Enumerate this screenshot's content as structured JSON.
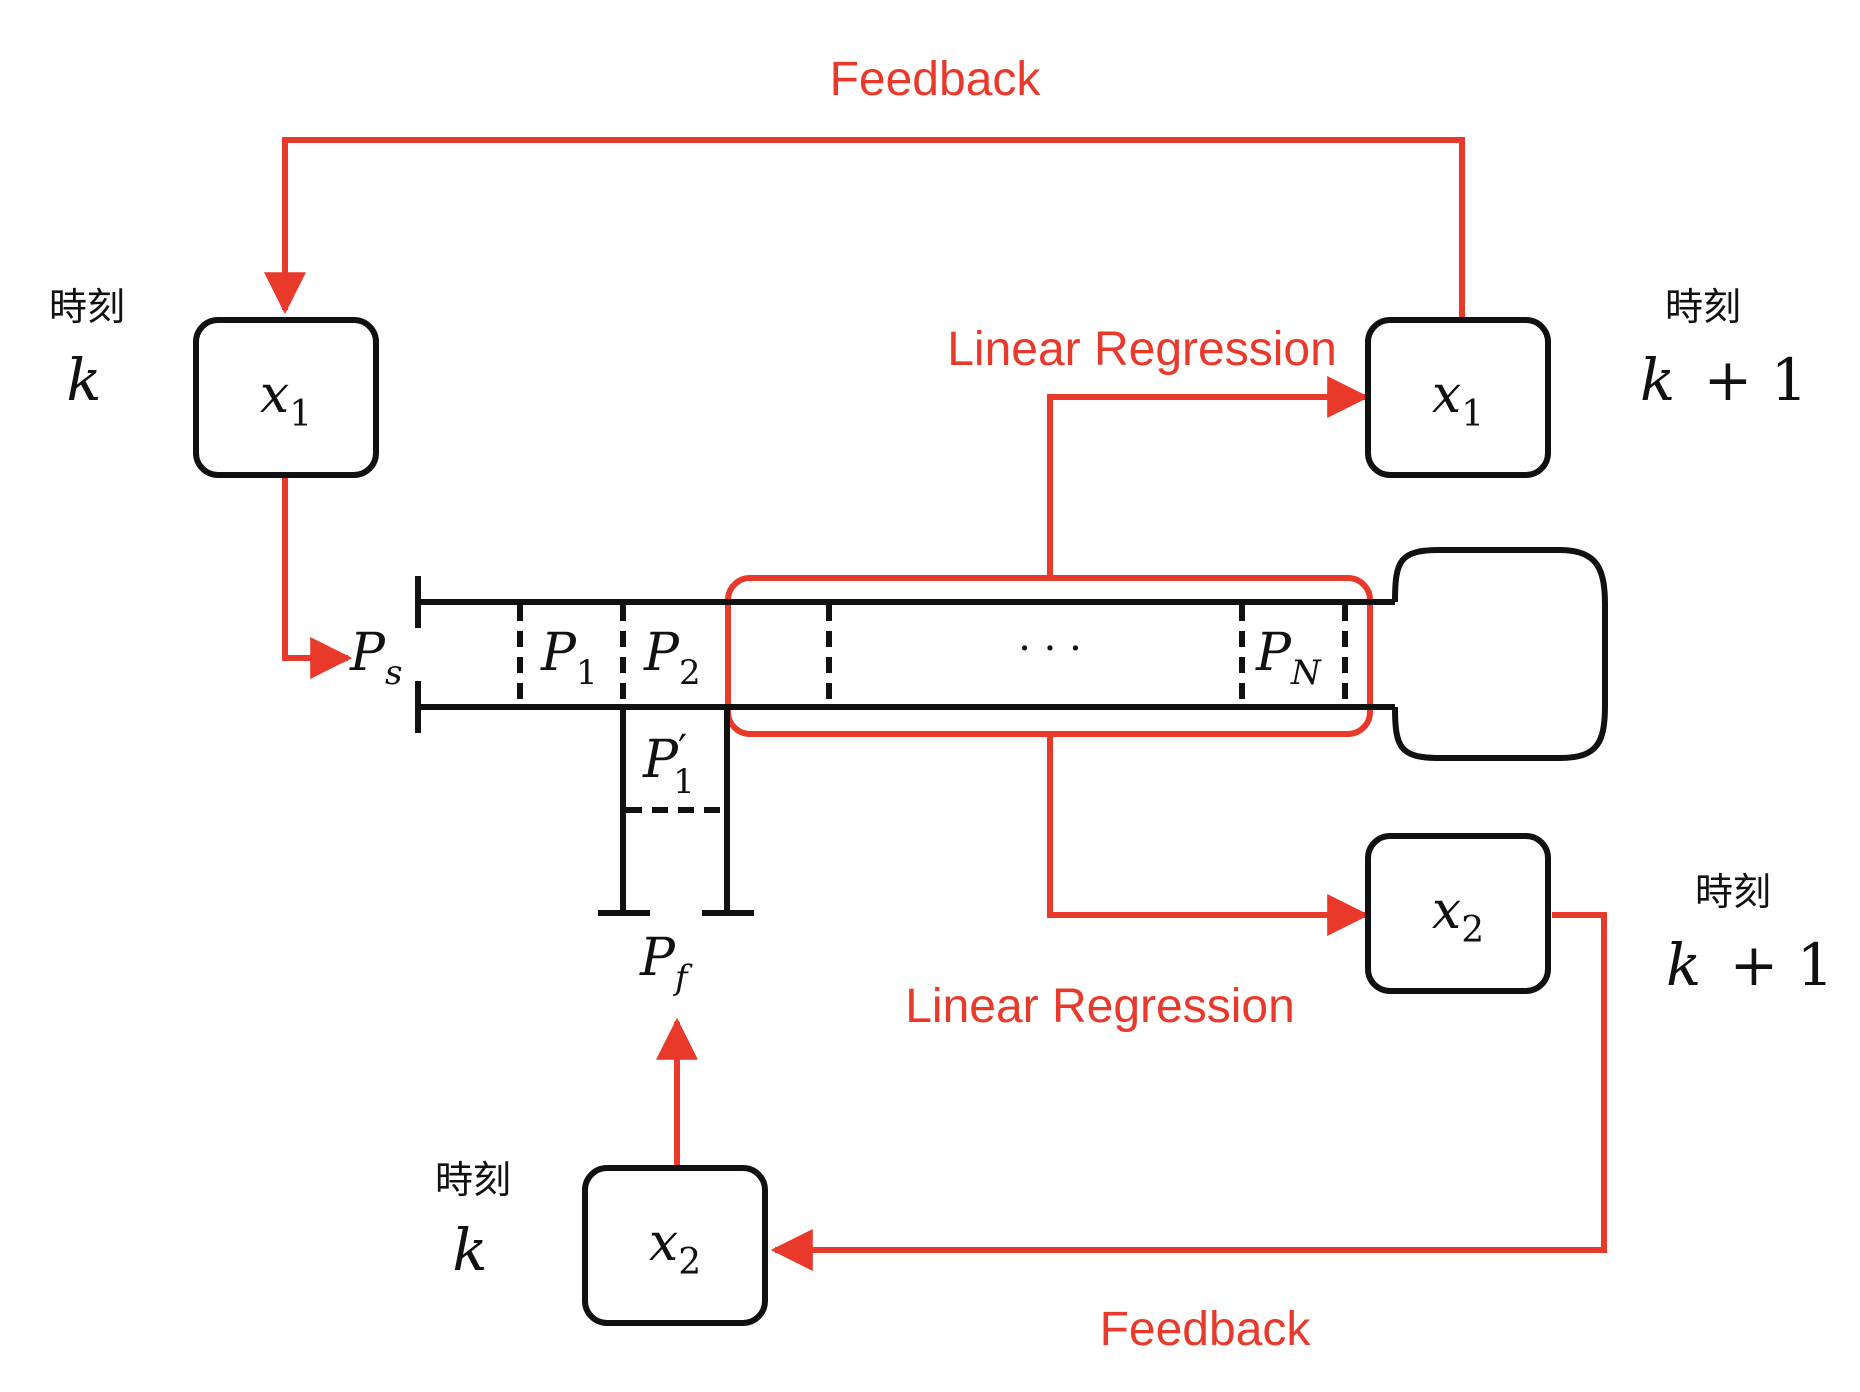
{
  "colors": {
    "accent": "#e8392b",
    "ink": "#111111"
  },
  "labels": {
    "feedback_top": "Feedback",
    "feedback_bottom": "Feedback",
    "linreg_top": "Linear Regression",
    "linreg_bottom": "Linear Regression"
  },
  "time_labels": {
    "tl": {
      "kanji": "時刻",
      "var": "k",
      "suffix": ""
    },
    "tr": {
      "kanji": "時刻",
      "var": "k",
      "suffix": "+ 1"
    },
    "mr": {
      "kanji": "時刻",
      "var": "k",
      "suffix": "+ 1"
    },
    "bl": {
      "kanji": "時刻",
      "var": "k",
      "suffix": ""
    }
  },
  "boxes": {
    "x1_k": {
      "var": "x",
      "sub": "1"
    },
    "x1_k1": {
      "var": "x",
      "sub": "1"
    },
    "x2_k1": {
      "var": "x",
      "sub": "2"
    },
    "x2_k": {
      "var": "x",
      "sub": "2"
    }
  },
  "pressures": {
    "ps": {
      "var": "P",
      "sub": "s"
    },
    "p1": {
      "var": "P",
      "sub": "1"
    },
    "p2": {
      "var": "P",
      "sub": "2"
    },
    "pn": {
      "var": "P",
      "sub": "N"
    },
    "p1p": {
      "var": "P",
      "sub": "1",
      "prime": "′"
    },
    "pf": {
      "var": "P",
      "sub": "f"
    },
    "dots": "· · ·"
  }
}
